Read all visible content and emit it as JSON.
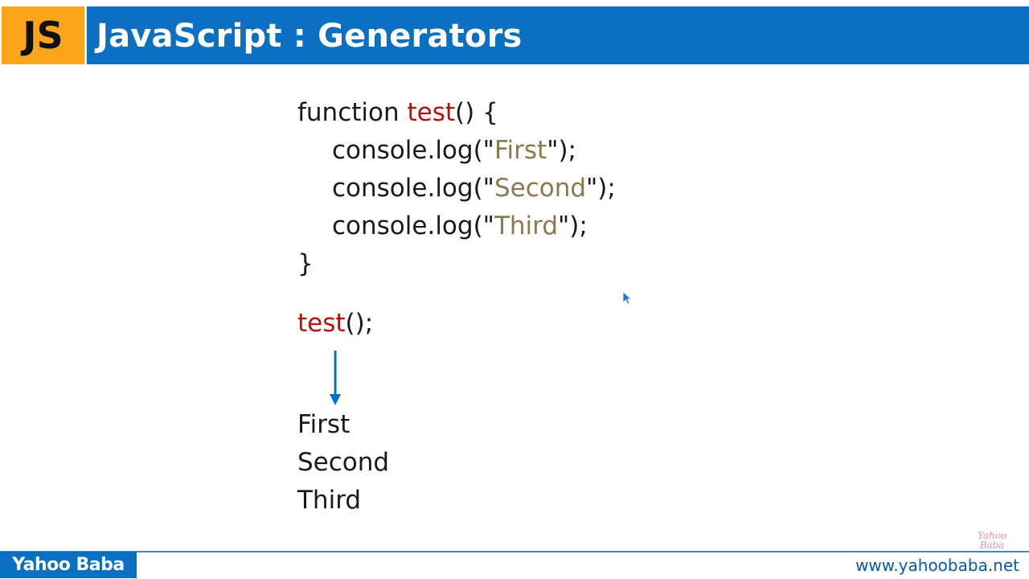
{
  "header": {
    "badge": "JS",
    "title": "JavaScript : Generators",
    "badge_color": "#f8a51c",
    "title_bar_color": "#0b6fc2"
  },
  "code": {
    "line1": {
      "keyword": "function ",
      "name": "test",
      "rest": "() {"
    },
    "line2": {
      "prefix": "console.log(\"",
      "string": "First",
      "suffix": "\");"
    },
    "line3": {
      "prefix": "console.log(\"",
      "string": "Second",
      "suffix": "\");"
    },
    "line4": {
      "prefix": "console.log(\"",
      "string": "Third",
      "suffix": "\");"
    },
    "line5": "}",
    "call": {
      "name": "test",
      "rest": "();"
    },
    "colors": {
      "function_name": "#b5120e",
      "string": "#8a7a4e",
      "text": "#1a1a1a"
    }
  },
  "arrow": {
    "color": "#0b6fc2",
    "icon": "down-arrow-icon"
  },
  "output": [
    "First",
    "Second",
    "Third"
  ],
  "footer": {
    "brand": "Yahoo Baba",
    "url": "www.yahoobaba.net",
    "watermark": "Yahoo Baba"
  }
}
